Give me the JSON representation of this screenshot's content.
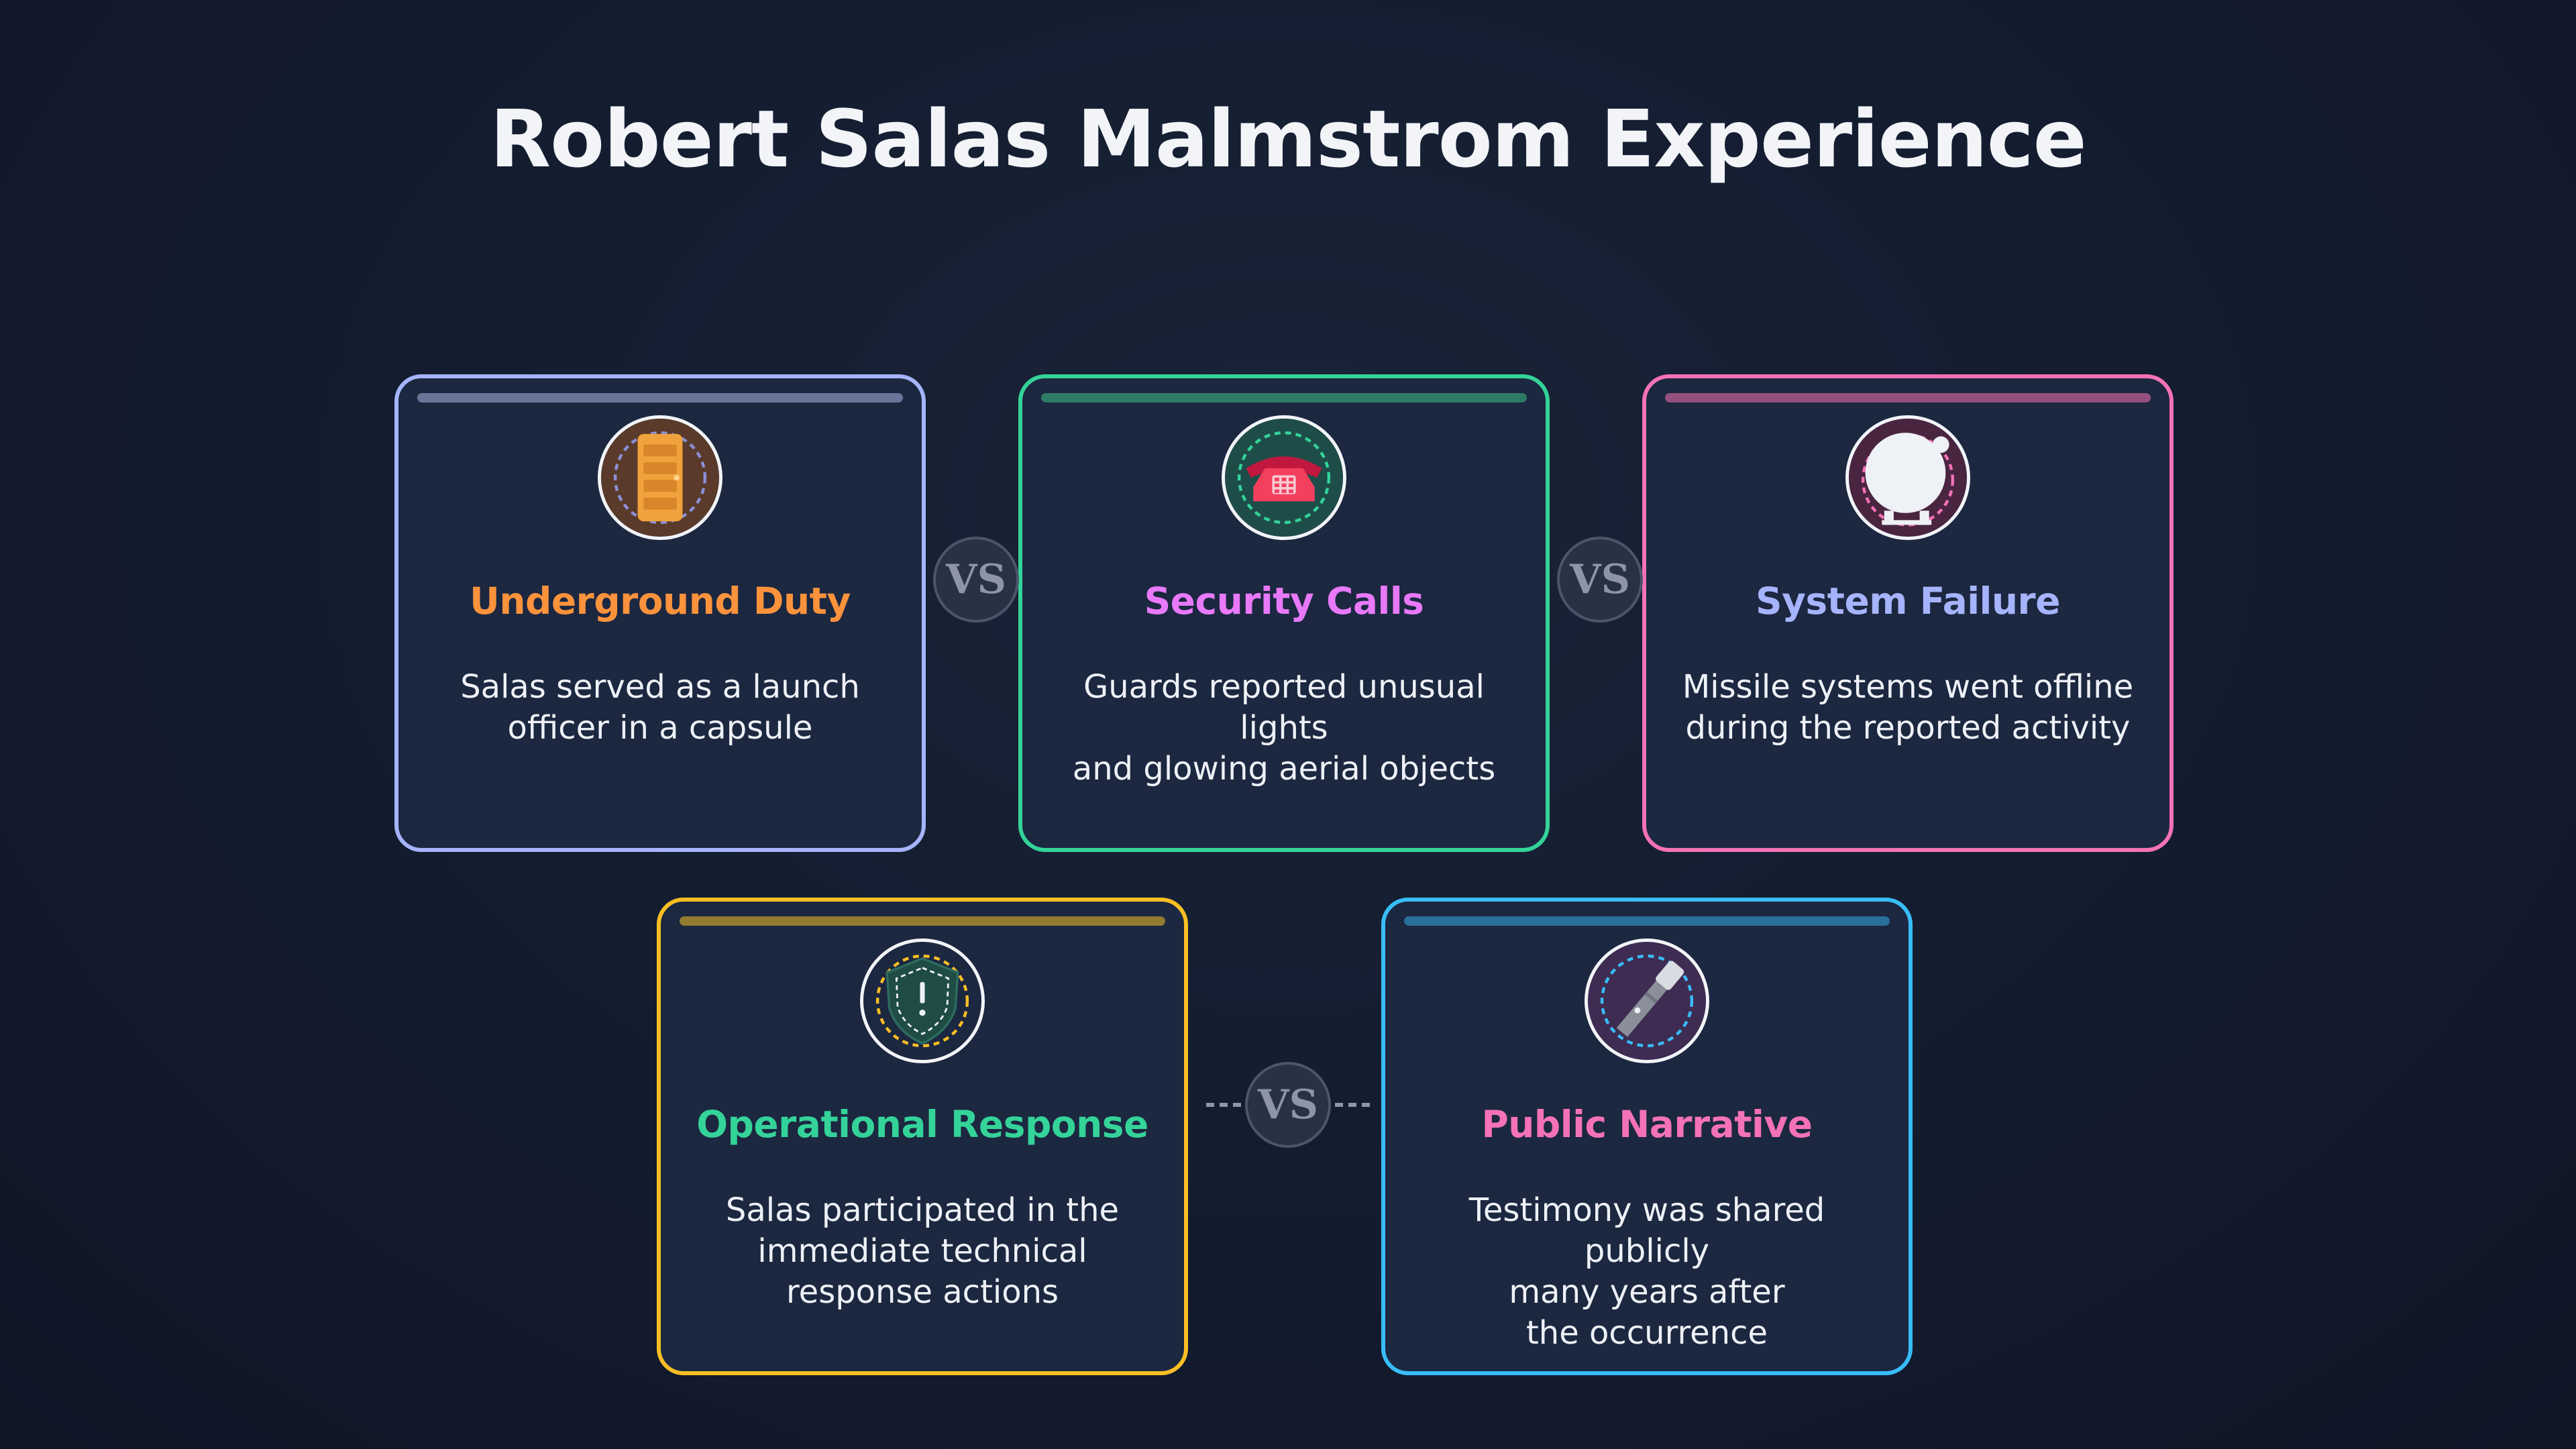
{
  "title": "Robert Salas Malmstrom Experience",
  "vs_label": "VS",
  "cards": [
    {
      "heading": "Underground Duty",
      "description": "Salas served as a launch\nofficer in a capsule",
      "icon": "door-icon",
      "border_color": "#a5b4fc",
      "bar_color": "#6b7499",
      "heading_color": "#fb923c"
    },
    {
      "heading": "Security Calls",
      "description": "Guards reported unusual lights\nand glowing aerial objects",
      "icon": "telephone-icon",
      "border_color": "#34d399",
      "bar_color": "#2e7b65",
      "heading_color": "#e879f9"
    },
    {
      "heading": "System Failure",
      "description": "Missile systems went offline\nduring the reported activity",
      "icon": "alarm-bell-icon",
      "border_color": "#f472b6",
      "bar_color": "#93507d",
      "heading_color": "#a5b4fc"
    },
    {
      "heading": "Operational Response",
      "description": "Salas participated in the\nimmediate technical\nresponse actions",
      "icon": "shield-alert-icon",
      "border_color": "#fbbf24",
      "bar_color": "#937b32",
      "heading_color": "#34d399"
    },
    {
      "heading": "Public Narrative",
      "description": "Testimony was shared publicly\nmany years after\nthe occurrence",
      "icon": "flashlight-icon",
      "border_color": "#38bdf8",
      "bar_color": "#2a6f9c",
      "heading_color": "#f472b6"
    }
  ]
}
